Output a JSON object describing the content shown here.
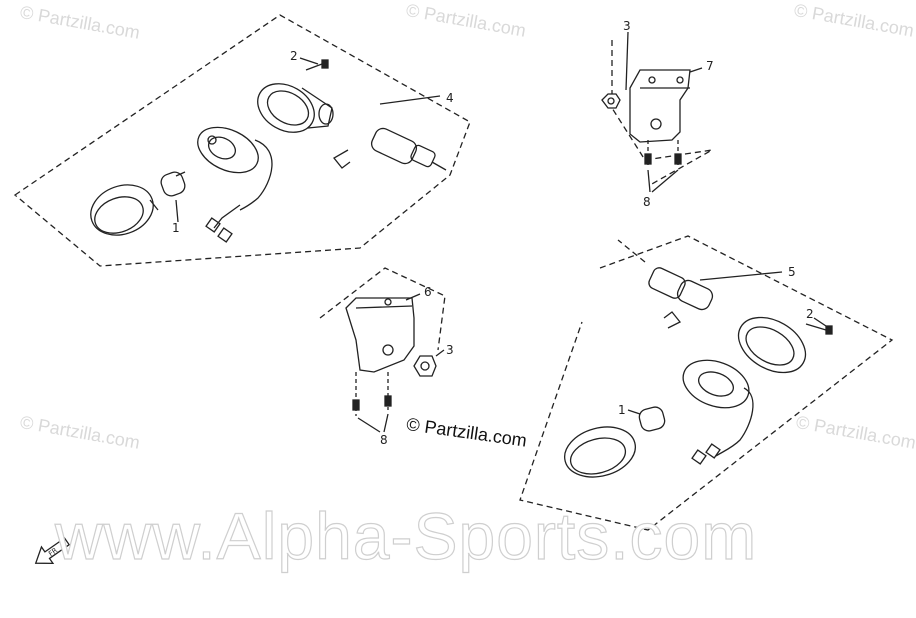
{
  "watermarks": {
    "corner": "© Partzilla.com",
    "center": "© Partzilla.com",
    "big": "www.Alpha-Sports.com"
  },
  "callouts": {
    "c1a": "1",
    "c2a": "2",
    "c4": "4",
    "c3a": "3",
    "c7": "7",
    "c8a": "8",
    "c6": "6",
    "c3b": "3",
    "c8b": "8",
    "c5": "5",
    "c2b": "2",
    "c1b": "1"
  },
  "front_arrow_label": "FR"
}
